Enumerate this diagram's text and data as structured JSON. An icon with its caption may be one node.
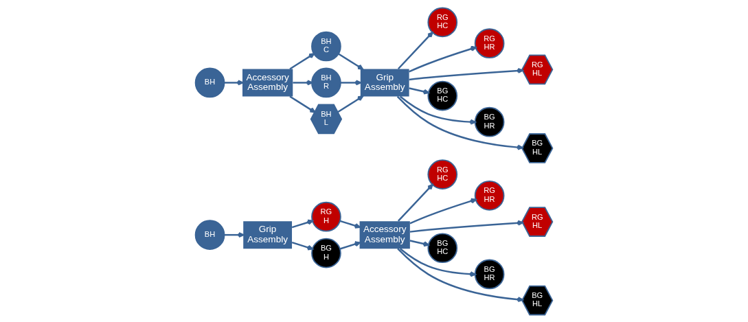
{
  "diagram": {
    "nodes": [
      {
        "text": [
          "BH"
        ]
      },
      {
        "text": [
          "Grip Assembly"
        ]
      },
      {
        "text": [
          "RG H"
        ]
      },
      {
        "text": [
          "BG H"
        ]
      },
      {
        "text": [
          "Accessory Assembly"
        ]
      },
      {
        "text": [
          "RG HC"
        ]
      },
      {
        "text": [
          "RG HR"
        ]
      },
      {
        "text": [
          "RG HL"
        ]
      },
      {
        "text": [
          "BG HC"
        ]
      },
      {
        "text": [
          "BG HR"
        ]
      },
      {
        "text": [
          "BG HL"
        ]
      },
      {
        "text": [
          "BH"
        ]
      },
      {
        "text": [
          "Accessory Assembly"
        ]
      },
      {
        "text": [
          "BH C"
        ]
      },
      {
        "text": [
          "BH R"
        ]
      },
      {
        "text": [
          "BH L"
        ]
      },
      {
        "text": [
          "Grip Assembly"
        ]
      },
      {
        "text": [
          "RG HC"
        ]
      },
      {
        "text": [
          "RG HR"
        ]
      },
      {
        "text": [
          "RG HL"
        ]
      },
      {
        "text": [
          "BG HC"
        ]
      },
      {
        "text": [
          "BG HR"
        ]
      },
      {
        "text": [
          "BG HL"
        ]
      }
    ],
    "edges": [
      {
        "from": 0,
        "to": 1,
        "arrow": "to"
      },
      {
        "from": 1,
        "to": 2,
        "arrow": "to"
      },
      {
        "from": 1,
        "to": 3,
        "arrow": "to"
      },
      {
        "from": 2,
        "to": 4,
        "arrow": "to"
      },
      {
        "from": 3,
        "to": 4,
        "arrow": "to"
      },
      {
        "from": 4,
        "to": 5,
        "arrow": "to"
      },
      {
        "from": 4,
        "to": 6,
        "arrow": "to"
      },
      {
        "from": 4,
        "to": 7,
        "arrow": "to"
      },
      {
        "from": 4,
        "to": 8,
        "arrow": "to"
      },
      {
        "from": 4,
        "to": 9,
        "arrow": "to"
      },
      {
        "from": 4,
        "to": 10,
        "arrow": "to"
      },
      {
        "from": 11,
        "to": 12,
        "arrow": "to"
      },
      {
        "from": 12,
        "to": 13,
        "arrow": "to"
      },
      {
        "from": 12,
        "to": 14,
        "arrow": "to"
      },
      {
        "from": 12,
        "to": 15,
        "arrow": "to"
      },
      {
        "from": 13,
        "to": 16,
        "arrow": "to"
      },
      {
        "from": 14,
        "to": 16,
        "arrow": "to"
      },
      {
        "from": 15,
        "to": 16,
        "arrow": "to"
      },
      {
        "from": 16,
        "to": 17,
        "arrow": "to"
      },
      {
        "from": 16,
        "to": 18,
        "arrow": "to"
      },
      {
        "from": 16,
        "to": 19,
        "arrow": "to"
      },
      {
        "from": 16,
        "to": 20,
        "arrow": "to"
      },
      {
        "from": 16,
        "to": 21,
        "arrow": "to"
      },
      {
        "from": 16,
        "to": 22,
        "arrow": "to"
      }
    ]
  }
}
